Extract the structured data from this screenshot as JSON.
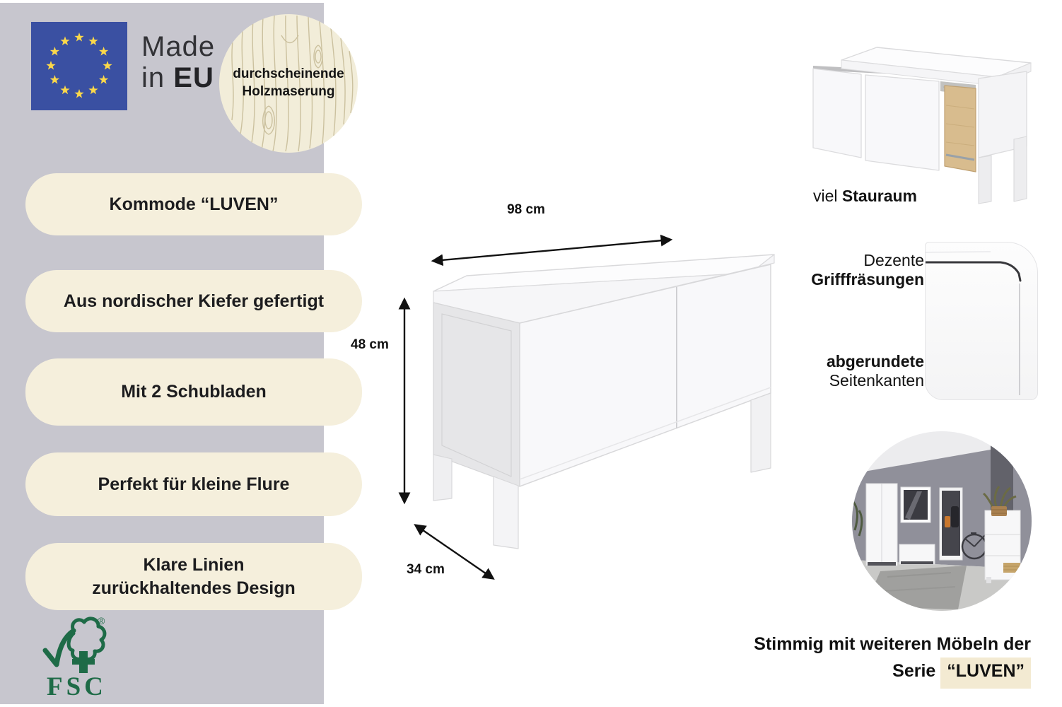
{
  "badges": {
    "made_in": {
      "line1": "Made",
      "line2_prefix": "in",
      "line2_bold": "EU"
    },
    "wood_circle": {
      "line1": "durchscheinende",
      "line2": "Holzmaserung"
    },
    "fsc": {
      "label": "FSC",
      "reg": "®"
    }
  },
  "sidebar": {
    "features": [
      {
        "line1": "Kommode “LUVEN”"
      },
      {
        "line1": "Aus nordischer Kiefer gefertigt"
      },
      {
        "line1": "Mit 2 Schubladen"
      },
      {
        "line1": "Perfekt für kleine Flure"
      },
      {
        "line1": "Klare Linien",
        "line2": "zurückhaltendes Design"
      }
    ]
  },
  "dimensions": {
    "width": "98 cm",
    "height": "48 cm",
    "depth": "34 cm"
  },
  "details": {
    "storage": {
      "regular": "viel",
      "bold": "Stauraum"
    },
    "grip": {
      "line1": "Dezente",
      "line2": "Grifffräsungen"
    },
    "edges": {
      "line1": "abgerundete",
      "line2": "Seitenkanten"
    },
    "series": {
      "line1": "Stimmig mit weiteren Möbeln der",
      "line2_prefix": "Serie",
      "line2_highlight": "“LUVEN”"
    }
  },
  "colors": {
    "sidebar_gray": "#c7c6ce",
    "pill_cream": "#f5efdc",
    "highlight_cream": "#f3ead2",
    "eu_blue": "#3a50a2",
    "star_yellow": "#fbd84a",
    "fsc_green": "#1e6b47",
    "wood": "#d8bc8e",
    "text": "#1d1d1f"
  }
}
